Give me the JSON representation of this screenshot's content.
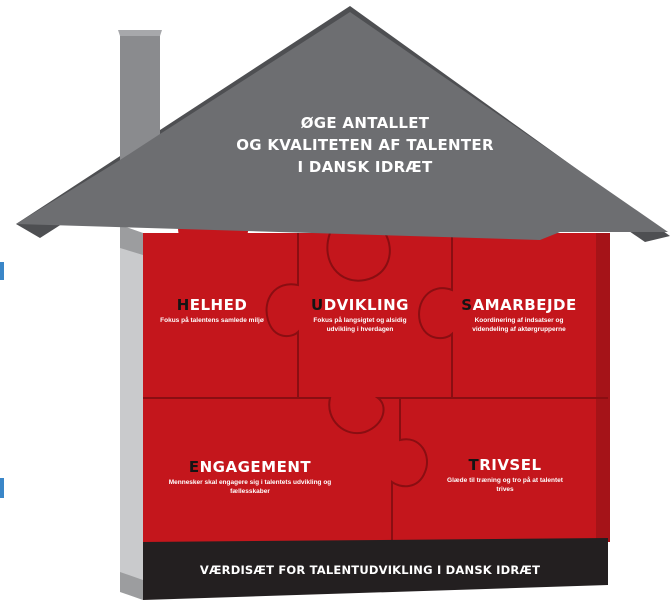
{
  "roof": {
    "lines": [
      "ØGE ANTALLET",
      "OG KVALITETEN AF TALENTER",
      "I DANSK IDRÆT"
    ]
  },
  "pieces": [
    {
      "first": "H",
      "rest": "ELHED",
      "desc": "Fokus på talentens samlede miljø"
    },
    {
      "first": "U",
      "rest": "DVIKLING",
      "desc": "Fokus på langsigtet og alsidig udvikling i hverdagen"
    },
    {
      "first": "S",
      "rest": "AMARBEJDE",
      "desc": "Koordinering af indsatser og videndeling af aktørgrupperne"
    },
    {
      "first": "E",
      "rest": "NGAGEMENT",
      "desc": "Mennesker skal engagere sig i talentets udvikling og fællesskaber"
    },
    {
      "first": "T",
      "rest": "RIVSEL",
      "desc": "Glæde til træning og tro på at talentet trives"
    }
  ],
  "footer": {
    "text": "VÆRDISÆT FOR TALENTUDVIKLING I DANSK IDRÆT"
  },
  "colors": {
    "roof": "#6d6e71",
    "roof_dark": "#4e4f52",
    "wall": "#c4161c",
    "wall_side": "#8b0f13",
    "base": "#231f20",
    "side_grey": "#b9babc",
    "letter_accent": "#141414"
  }
}
